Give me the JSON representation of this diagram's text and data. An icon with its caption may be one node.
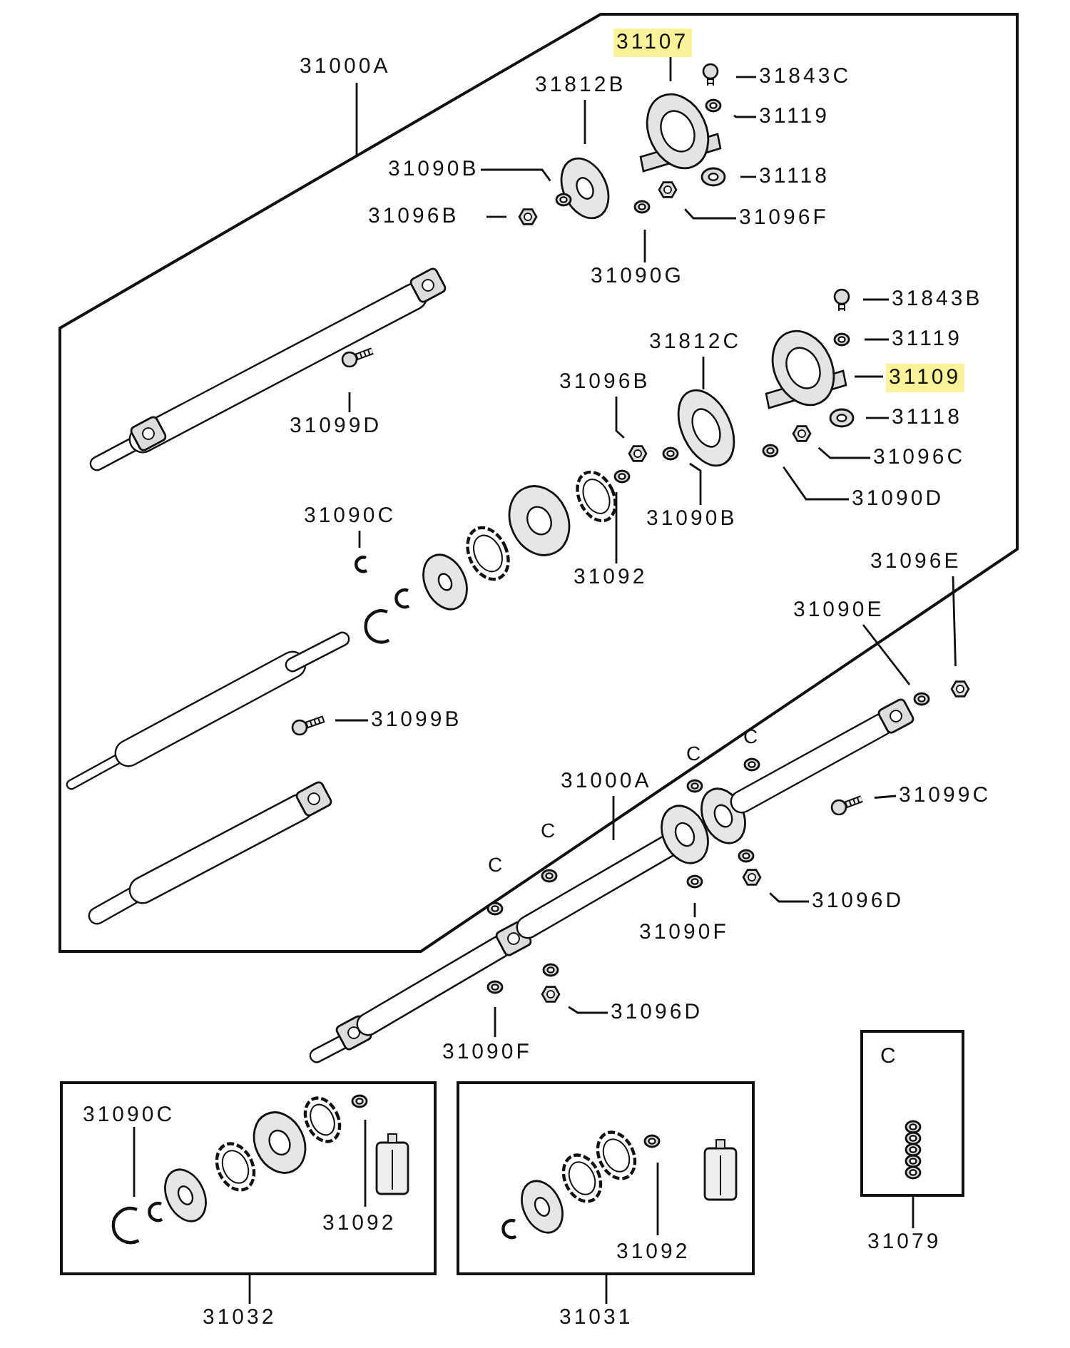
{
  "diagram": {
    "nodes": [
      {
        "text": [],
        "shape": "box"
      },
      {
        "text": [
          "31000A"
        ]
      },
      {
        "text": [
          "31107"
        ],
        "in": 0
      },
      {
        "text": [
          "31843C"
        ],
        "in": 0
      },
      {
        "text": [
          "31812B"
        ],
        "in": 0
      },
      {
        "text": [
          "31119"
        ],
        "in": 0
      },
      {
        "text": [
          "31090B"
        ],
        "in": 0
      },
      {
        "text": [
          "31118"
        ],
        "in": 0
      },
      {
        "text": [
          "31096B"
        ],
        "in": 0
      },
      {
        "text": [
          "31096F"
        ],
        "in": 0
      },
      {
        "text": [
          "31090G"
        ],
        "in": 0
      },
      {
        "text": [
          "31843B"
        ],
        "in": 0
      },
      {
        "text": [
          "31812C"
        ],
        "in": 0
      },
      {
        "text": [
          "31119"
        ],
        "in": 0
      },
      {
        "text": [
          "31109"
        ],
        "in": 0
      },
      {
        "text": [
          "31096B"
        ],
        "in": 0
      },
      {
        "text": [
          "31118"
        ],
        "in": 0
      },
      {
        "text": [
          "31099D"
        ],
        "in": 0
      },
      {
        "text": [
          "31096C"
        ],
        "in": 0
      },
      {
        "text": [
          "31090C"
        ],
        "in": 0
      },
      {
        "text": [
          "31090B"
        ],
        "in": 0
      },
      {
        "text": [
          "31090D"
        ],
        "in": 0
      },
      {
        "text": [
          "31092"
        ],
        "in": 0
      },
      {
        "text": [
          "31099B"
        ],
        "in": 0
      },
      {
        "text": [
          "31096E"
        ],
        "in": 0
      },
      {
        "text": [
          "31090E"
        ],
        "in": 0
      },
      {
        "text": [
          "31000A"
        ],
        "in": 0
      },
      {
        "text": [
          "31099C"
        ]
      },
      {
        "text": [
          "31096D"
        ]
      },
      {
        "text": [
          "31090F"
        ]
      },
      {
        "text": [
          "31096D"
        ]
      },
      {
        "text": [
          "31090F"
        ]
      },
      {
        "text": [],
        "shape": "box"
      },
      {
        "text": [
          "31090C"
        ],
        "in": 32
      },
      {
        "text": [
          "31092"
        ],
        "in": 32
      },
      {
        "text": [],
        "shape": "box"
      },
      {
        "text": [
          "31092"
        ],
        "in": 35
      },
      {
        "text": [
          "C"
        ]
      },
      {
        "text": [
          "31032"
        ]
      },
      {
        "text": [
          "31031"
        ]
      },
      {
        "text": [
          "31079"
        ]
      }
    ],
    "edges": [
      {
        "from": 1,
        "to": 0,
        "arrow": "none"
      },
      {
        "from": 2,
        "to": null,
        "arrow": "none"
      },
      {
        "from": 3,
        "to": null,
        "arrow": "none"
      },
      {
        "from": 4,
        "to": null,
        "arrow": "none"
      },
      {
        "from": 5,
        "to": null,
        "arrow": "none"
      },
      {
        "from": 6,
        "to": null,
        "arrow": "none"
      },
      {
        "from": 7,
        "to": null,
        "arrow": "none"
      },
      {
        "from": 8,
        "to": null,
        "arrow": "none"
      },
      {
        "from": 9,
        "to": null,
        "arrow": "none"
      },
      {
        "from": 10,
        "to": null,
        "arrow": "none"
      },
      {
        "from": 11,
        "to": null,
        "arrow": "none"
      },
      {
        "from": 12,
        "to": null,
        "arrow": "none"
      },
      {
        "from": 13,
        "to": null,
        "arrow": "none"
      },
      {
        "from": 14,
        "to": null,
        "arrow": "none"
      },
      {
        "from": 15,
        "to": null,
        "arrow": "none"
      },
      {
        "from": 16,
        "to": null,
        "arrow": "none"
      },
      {
        "from": 17,
        "to": null,
        "arrow": "none"
      },
      {
        "from": 18,
        "to": null,
        "arrow": "none"
      },
      {
        "from": 19,
        "to": null,
        "arrow": "none"
      },
      {
        "from": 20,
        "to": null,
        "arrow": "none"
      },
      {
        "from": 21,
        "to": null,
        "arrow": "none"
      },
      {
        "from": 22,
        "to": null,
        "arrow": "none"
      },
      {
        "from": 23,
        "to": null,
        "arrow": "none"
      },
      {
        "from": 24,
        "to": null,
        "arrow": "none"
      },
      {
        "from": 25,
        "to": null,
        "arrow": "none"
      },
      {
        "from": 26,
        "to": null,
        "arrow": "none"
      },
      {
        "from": 27,
        "to": null,
        "arrow": "none"
      },
      {
        "from": 28,
        "to": null,
        "arrow": "none"
      },
      {
        "from": 29,
        "to": null,
        "arrow": "none"
      },
      {
        "from": 30,
        "to": null,
        "arrow": "none"
      },
      {
        "from": 31,
        "to": null,
        "arrow": "none"
      },
      {
        "from": 33,
        "to": null,
        "arrow": "none"
      },
      {
        "from": 34,
        "to": null,
        "arrow": "none"
      },
      {
        "from": 36,
        "to": null,
        "arrow": "none"
      },
      {
        "from": 38,
        "to": 32,
        "arrow": "none"
      },
      {
        "from": 39,
        "to": 35,
        "arrow": "none"
      },
      {
        "from": 40,
        "to": 37,
        "arrow": "none"
      }
    ],
    "labels": [
      "C",
      "C",
      "C",
      "C"
    ]
  }
}
